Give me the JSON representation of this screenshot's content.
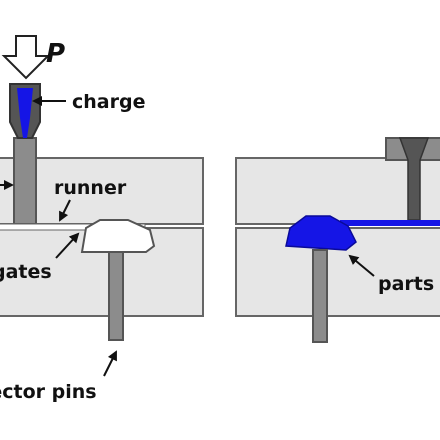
{
  "labels": {
    "force": "P",
    "charge": "charge",
    "runner": "runner",
    "gates": "gates",
    "parts": "parts",
    "ejector_pins": "ejector pins"
  },
  "colors": {
    "mold": "#e6e6e6",
    "mold_edge": "#666666",
    "metal": "#8c8c8c",
    "metal_dark": "#555555",
    "plastic": "#1515e6",
    "background": "#ffffff",
    "text": "#111111"
  }
}
